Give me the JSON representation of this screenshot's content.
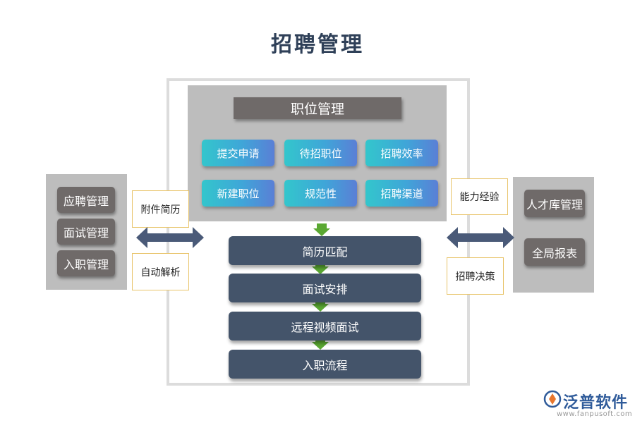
{
  "title": "招聘管理",
  "position_module": {
    "header": "职位管理",
    "items": [
      "提交申请",
      "待招职位",
      "招聘效率",
      "新建职位",
      "规范性",
      "招聘渠道"
    ]
  },
  "left_panel": {
    "items": [
      "应聘管理",
      "面试管理",
      "入职管理"
    ]
  },
  "left_notes": [
    "附件简历",
    "自动解析"
  ],
  "right_panel": {
    "items": [
      "人才库管理",
      "全局报表"
    ]
  },
  "right_notes": [
    "能力经验",
    "招聘决策"
  ],
  "flow_steps": [
    "简历匹配",
    "面试安排",
    "远程视频面试",
    "入职流程"
  ],
  "logo": {
    "name": "泛普软件",
    "url": "www.fanpusoft.com"
  },
  "colors": {
    "title": "#2f4058",
    "dark_box": "#44546a",
    "grey_box": "#6f6a69",
    "panel": "#bdbdbd",
    "teal_start": "#33c6cc",
    "teal_end": "#5a7fd6",
    "flow_arrow": "#5aa832",
    "double_arrow": "#4a5a78",
    "note_border": "#e8c46a"
  }
}
